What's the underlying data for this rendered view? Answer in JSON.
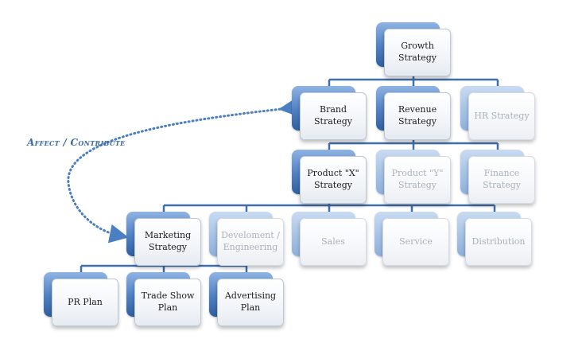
{
  "nodes": {
    "growth": "Growth\nStrategy",
    "brand": "Brand\nStrategy",
    "revenue": "Revenue\nStrategy",
    "hr": "HR Strategy",
    "product_x": "Product \"X\"\nStrategy",
    "product_y": "Product \"Y\"\nStrategy",
    "finance": "Finance\nStrategy",
    "marketing": "Marketing\nStrategy",
    "development": "Develoment /\nEngineering",
    "sales": "Sales",
    "service": "Service",
    "distribution": "Distribution",
    "pr": "PR Plan",
    "tradeshow": "Trade Show\nPlan",
    "advertising": "Advertising\nPlan"
  },
  "relation_label": "Affect / Contribute",
  "colors": {
    "connector": "#3f6fae",
    "dotted_arrow": "#4a7fc1",
    "label": "#3a6aa8"
  }
}
